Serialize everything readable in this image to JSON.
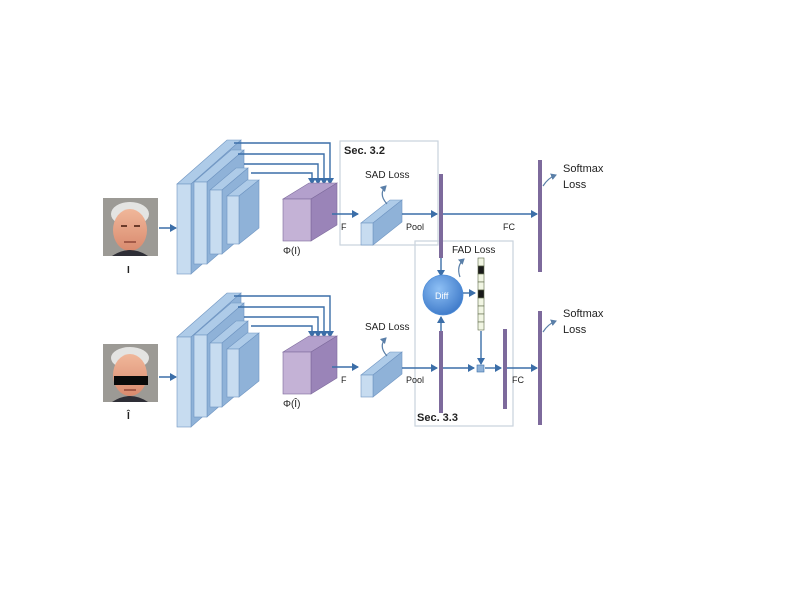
{
  "labels": {
    "sec32": "Sec. 3.2",
    "sec33": "Sec. 3.3",
    "sad_loss_top": "SAD Loss",
    "sad_loss_bottom": "SAD Loss",
    "fad_loss": "FAD Loss",
    "softmax_top": "Softmax",
    "loss_top": "Loss",
    "softmax_bottom": "Softmax",
    "loss_bottom": "Loss",
    "f_top": "F",
    "f_bottom": "F",
    "pool_top": "Pool",
    "pool_bottom": "Pool",
    "fc_top": "FC",
    "fc_bottom": "FC",
    "phi_top": "Φ(I)",
    "phi_bottom": "Φ(Î)",
    "input_top": "I",
    "input_bottom": "Î",
    "diff": "Diff"
  },
  "colors": {
    "arrow": "#3b6ea8",
    "cnn_front": "#c7dcf0",
    "cnn_side": "#8fb2d8",
    "cnn_top": "#aecbe8",
    "feature_front": "#c4b2d6",
    "feature_side": "#9a84b8",
    "feature_top": "#b3a0cc",
    "fc_bar": "#7d6a9c",
    "section_box": "#c9d3dd",
    "diff_circle": "#4f8ed8",
    "mask_cell": "#f1f5e3"
  },
  "icons": [
    "face-photo",
    "occluded-face-photo",
    "diff-circle",
    "mask-vector"
  ]
}
